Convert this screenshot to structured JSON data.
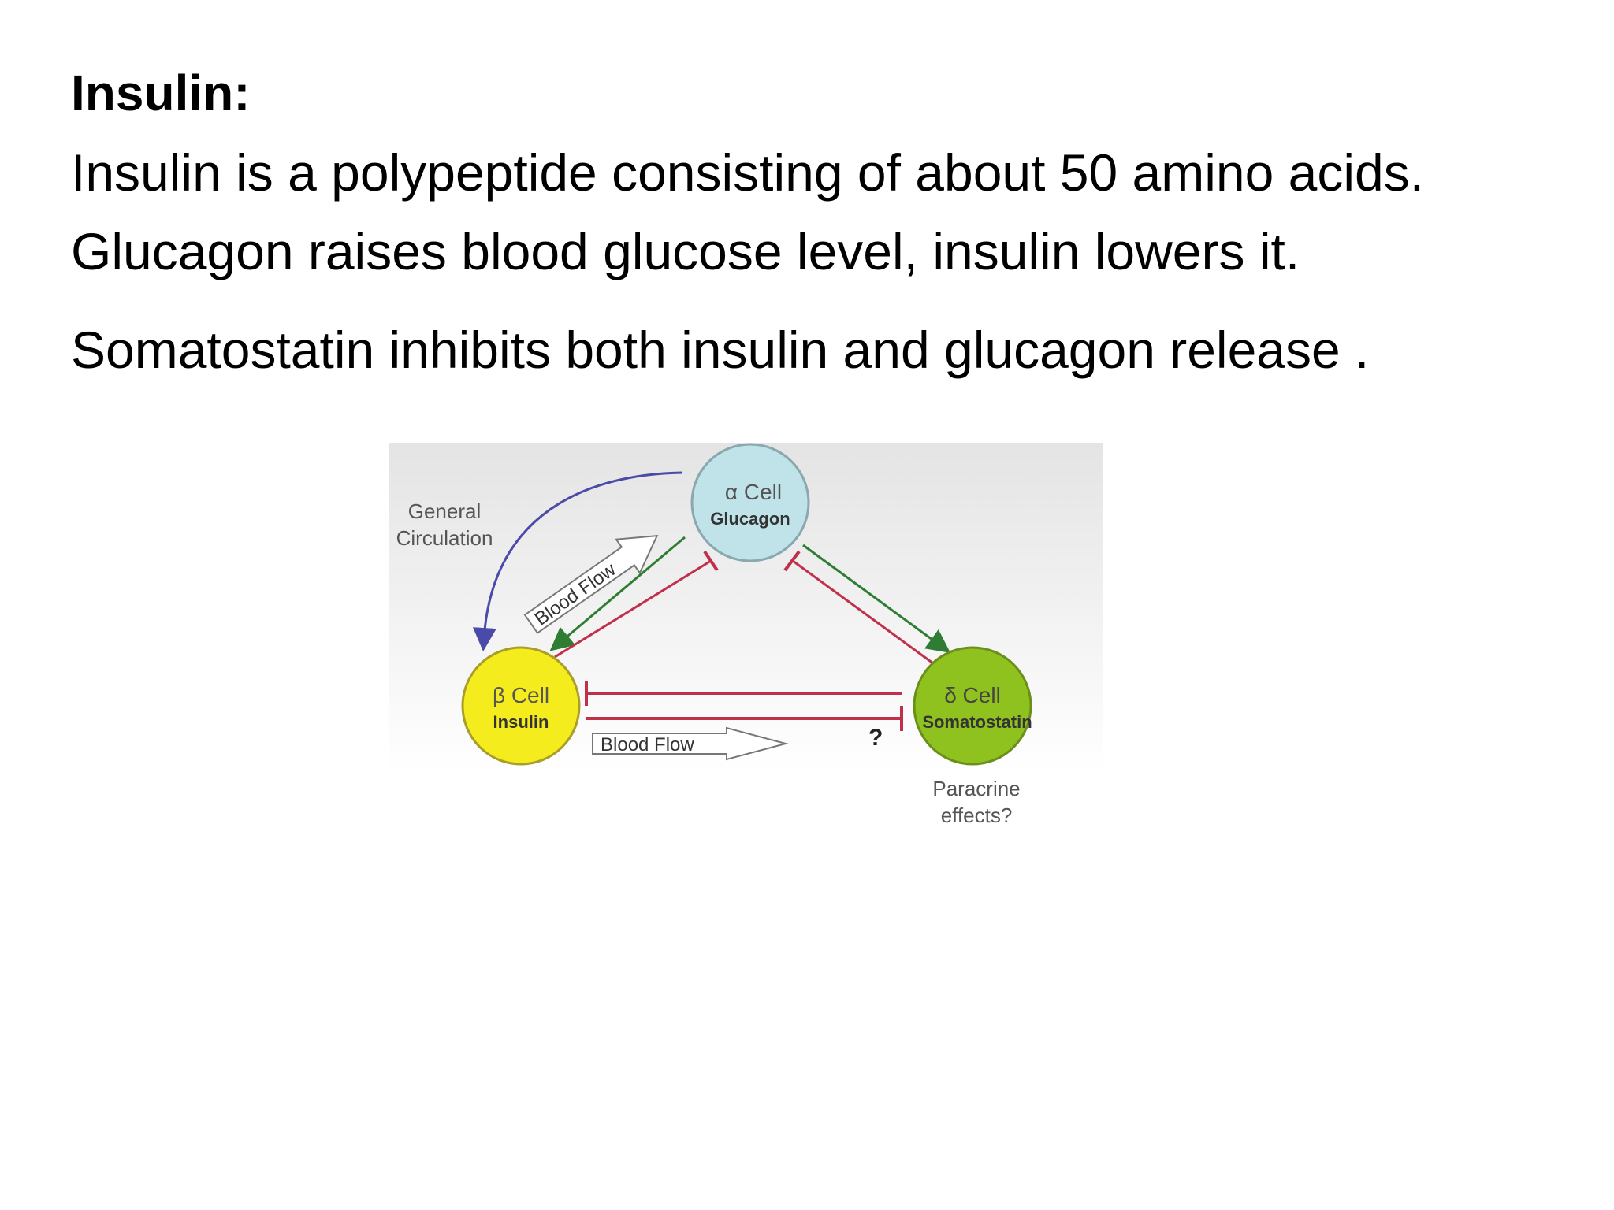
{
  "heading": "Insulin:",
  "lines": [
    "Insulin is a polypeptide consisting of about 50 amino acids.",
    "Glucagon raises blood glucose level, insulin lowers it.",
    "Somatostatin inhibits both insulin and glucagon release ."
  ],
  "diagram": {
    "general_circulation_1": "General",
    "general_circulation_2": "Circulation",
    "alpha_cell": {
      "title": "α Cell",
      "hormone": "Glucagon",
      "color": "#bfe3e8"
    },
    "beta_cell": {
      "title": "β Cell",
      "hormone": "Insulin",
      "color": "#f5ec1e"
    },
    "delta_cell": {
      "title": "δ Cell",
      "hormone": "Somatostatin",
      "color": "#8fc21f"
    },
    "blood_flow_diagonal": "Blood Flow",
    "blood_flow_bottom": "Blood Flow",
    "question_mark": "?",
    "paracrine_1": "Paracrine",
    "paracrine_2": "effects?",
    "colors": {
      "stimulate": "#2e7d32",
      "inhibit": "#c0304a",
      "circulation": "#4a4aa8"
    }
  }
}
